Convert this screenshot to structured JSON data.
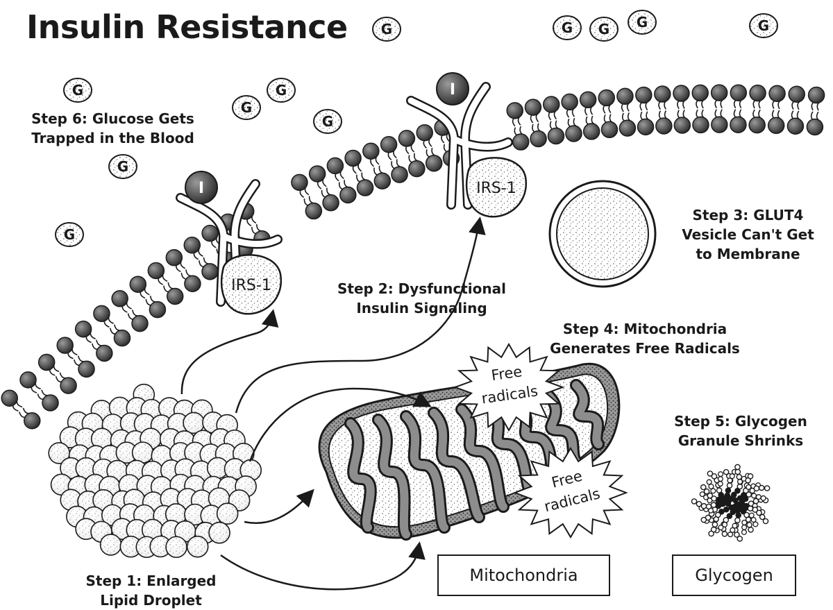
{
  "title": "Insulin Resistance",
  "steps": {
    "step1": {
      "line1": "Step 1: Enlarged",
      "line2": "Lipid Droplet"
    },
    "step2": {
      "line1": "Step 2: Dysfunctional",
      "line2": "Insulin Signaling"
    },
    "step3": {
      "line1": "Step 3: GLUT4",
      "line2": "Vesicle Can't Get",
      "line3": "to Membrane"
    },
    "step4": {
      "line1": "Step 4: Mitochondria",
      "line2": "Generates Free Radicals"
    },
    "step5": {
      "line1": "Step 5: Glycogen",
      "line2": "Granule Shrinks"
    },
    "step6": {
      "line1": "Step 6: Glucose Gets",
      "line2": "Trapped in the Blood"
    }
  },
  "labels": {
    "glucose": "G",
    "insulin": "I",
    "irs": "IRS-1",
    "free_radicals_line1": "Free",
    "free_radicals_line2": "radicals",
    "mitochondria": "Mitochondria",
    "glycogen": "Glycogen"
  }
}
